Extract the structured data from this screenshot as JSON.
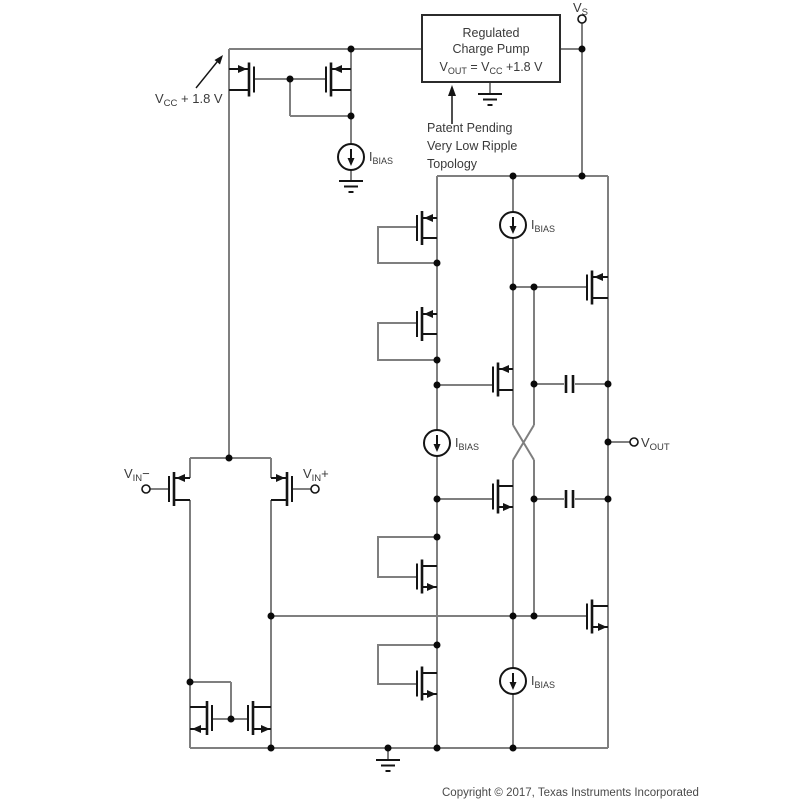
{
  "labels": {
    "vs": {
      "v": "V",
      "sub": "S"
    },
    "vcc_rail": {
      "v": "V",
      "sub": "CC",
      "rest": " + 1.8 V"
    },
    "vin_minus": {
      "v": "V",
      "sub": "IN",
      "sign": "−"
    },
    "vin_plus": {
      "v": "V",
      "sub": "IN",
      "sign": "+"
    },
    "vout": {
      "v": "V",
      "sub": "OUT"
    },
    "ibias": {
      "i": "I",
      "sub": "BIAS"
    },
    "charge_pump": {
      "line1": "Regulated",
      "line2": "Charge Pump",
      "f1": "V",
      "f1sub": "OUT",
      "f2": " = V",
      "f2sub": "CC",
      "f3": " +1.8 V"
    },
    "patent": {
      "line1": "Patent Pending",
      "line2": "Very Low Ripple",
      "line3": "Topology"
    },
    "copyright": "Copyright © 2017, Texas Instruments Incorporated"
  },
  "colors": {
    "wire": "#7f7f7f",
    "component": "#141414",
    "text": "#3a3a3a",
    "background": "#ffffff"
  }
}
